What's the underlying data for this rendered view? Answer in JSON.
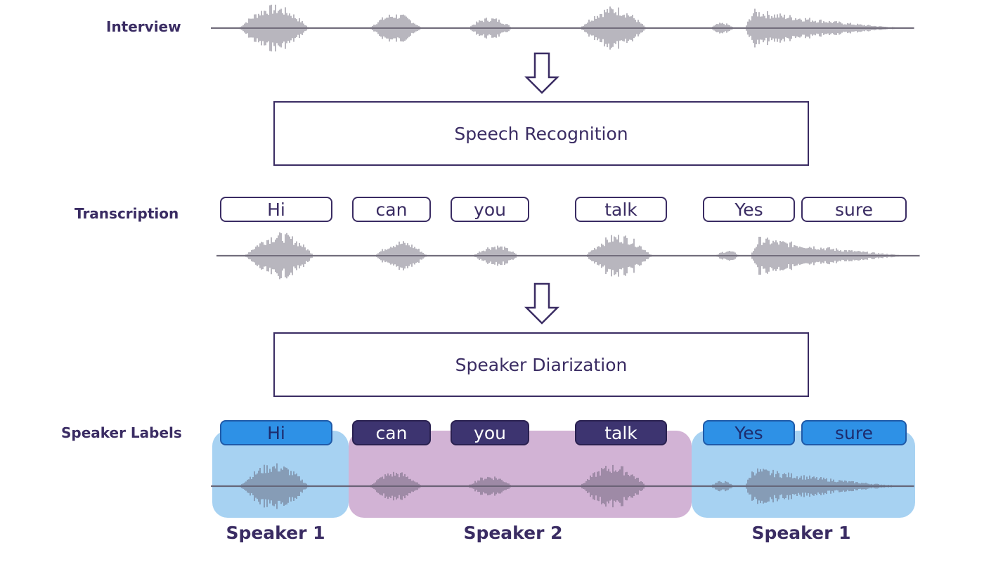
{
  "labels": {
    "interview": "Interview",
    "transcription": "Transcription",
    "speaker_labels": "Speaker Labels"
  },
  "steps": {
    "speech_recognition": "Speech Recognition",
    "speaker_diarization": "Speaker Diarization"
  },
  "words": [
    {
      "text": "Hi",
      "speaker": 1
    },
    {
      "text": "can",
      "speaker": 2
    },
    {
      "text": "you",
      "speaker": 2
    },
    {
      "text": "talk",
      "speaker": 2
    },
    {
      "text": "Yes",
      "speaker": 1
    },
    {
      "text": "sure",
      "speaker": 1
    }
  ],
  "speakers": [
    {
      "name": "Speaker 1"
    },
    {
      "name": "Speaker 2"
    },
    {
      "name": "Speaker 1"
    }
  ],
  "colors": {
    "ink": "#3a2c63",
    "speaker1_word": "#2e91e6",
    "speaker2_word": "#3d3470",
    "speaker1_region": "#a7d2f2",
    "speaker2_region": "#d2b3d5",
    "waveform": "#5a5566"
  }
}
